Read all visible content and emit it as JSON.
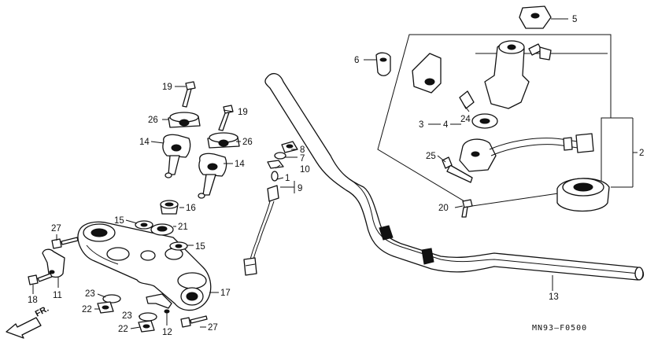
{
  "diagram": {
    "code": "MN93–F0500",
    "direction": "FR.",
    "callouts": [
      {
        "id": "c1",
        "text": "1"
      },
      {
        "id": "c2",
        "text": "2"
      },
      {
        "id": "c3",
        "text": "3"
      },
      {
        "id": "c4",
        "text": "4"
      },
      {
        "id": "c5",
        "text": "5"
      },
      {
        "id": "c6",
        "text": "6"
      },
      {
        "id": "c7",
        "text": "7"
      },
      {
        "id": "c8",
        "text": "8"
      },
      {
        "id": "c9",
        "text": "9"
      },
      {
        "id": "c10",
        "text": "10"
      },
      {
        "id": "c11",
        "text": "11"
      },
      {
        "id": "c12",
        "text": "12"
      },
      {
        "id": "c13",
        "text": "13"
      },
      {
        "id": "c14a",
        "text": "14"
      },
      {
        "id": "c14b",
        "text": "14"
      },
      {
        "id": "c15a",
        "text": "15"
      },
      {
        "id": "c15b",
        "text": "15"
      },
      {
        "id": "c16",
        "text": "16"
      },
      {
        "id": "c17",
        "text": "17"
      },
      {
        "id": "c18",
        "text": "18"
      },
      {
        "id": "c19a",
        "text": "19"
      },
      {
        "id": "c19b",
        "text": "19"
      },
      {
        "id": "c20",
        "text": "20"
      },
      {
        "id": "c21",
        "text": "21"
      },
      {
        "id": "c22a",
        "text": "22"
      },
      {
        "id": "c22b",
        "text": "22"
      },
      {
        "id": "c23a",
        "text": "23"
      },
      {
        "id": "c23b",
        "text": "23"
      },
      {
        "id": "c24",
        "text": "24"
      },
      {
        "id": "c25",
        "text": "25"
      },
      {
        "id": "c26a",
        "text": "26"
      },
      {
        "id": "c26b",
        "text": "26"
      },
      {
        "id": "c27a",
        "text": "27"
      },
      {
        "id": "c27b",
        "text": "27"
      }
    ]
  }
}
